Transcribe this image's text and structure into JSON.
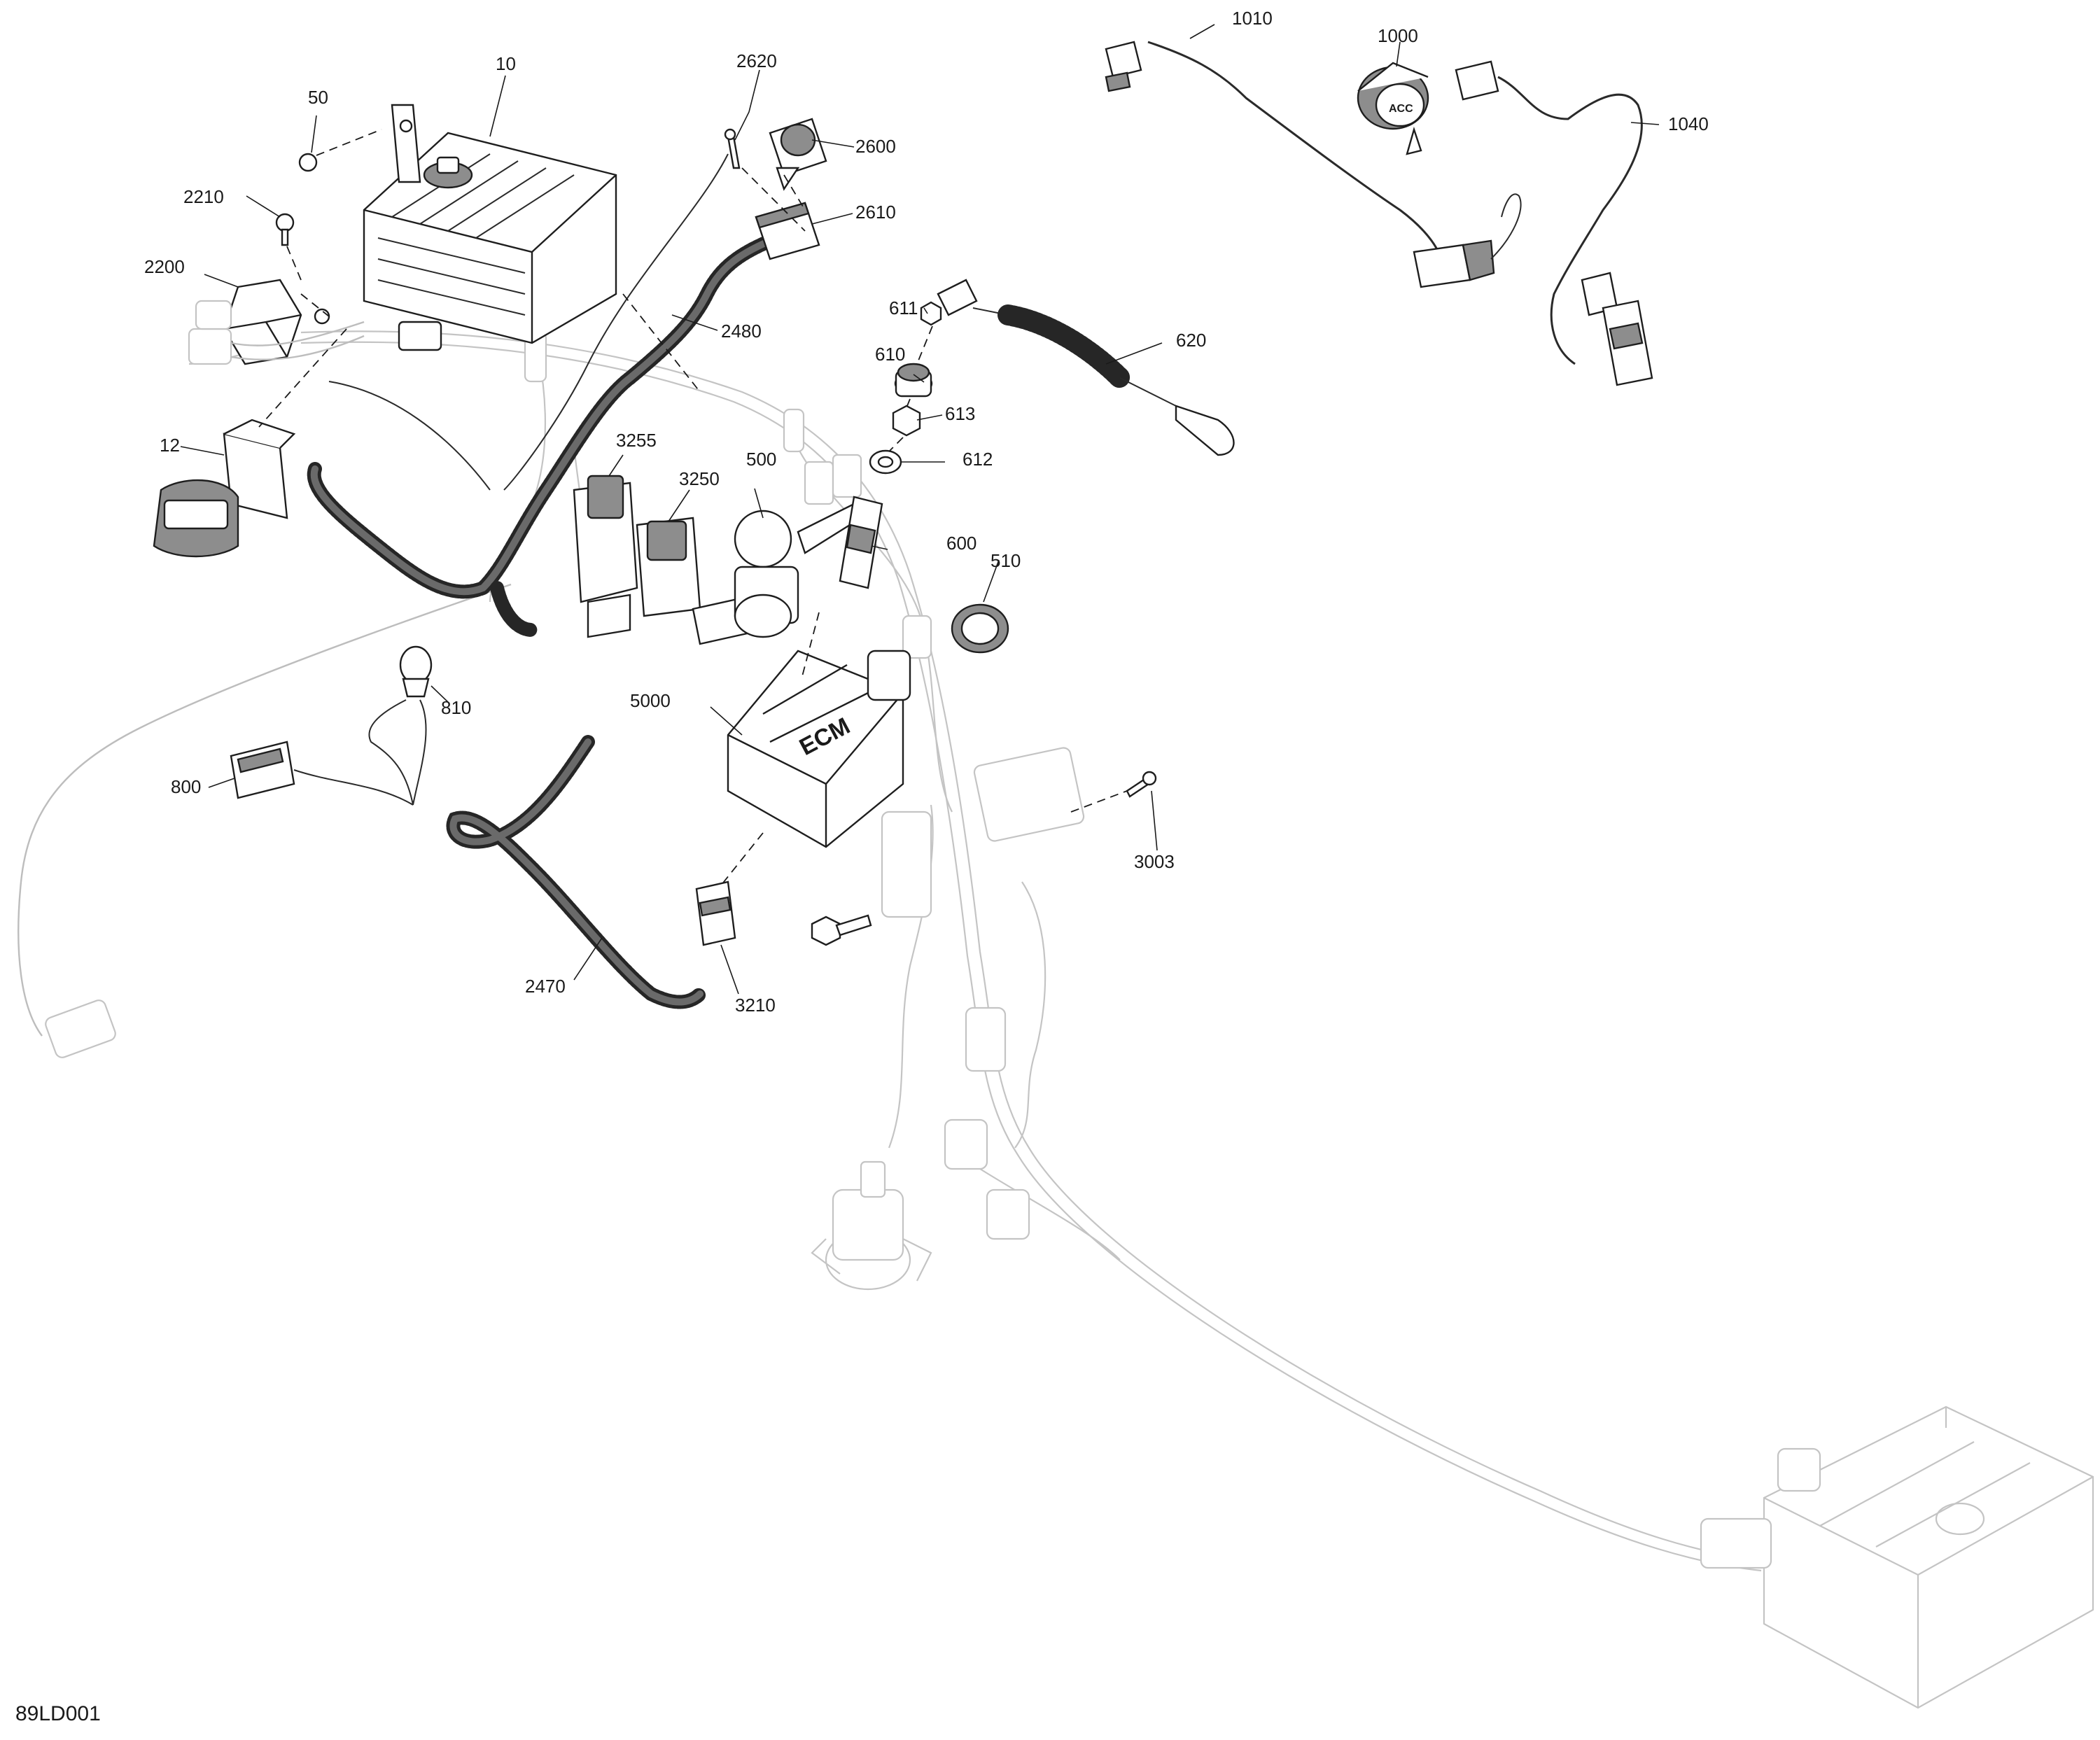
{
  "drawing_id": "89LD001",
  "callouts": {
    "c10": "10",
    "c12": "12",
    "c50": "50",
    "c500": "500",
    "c510": "510",
    "c600": "600",
    "c610": "610",
    "c611": "611",
    "c612": "612",
    "c613": "613",
    "c620": "620",
    "c800": "800",
    "c810": "810",
    "c1000": "1000",
    "c1010": "1010",
    "c1040": "1040",
    "c2200": "2200",
    "c2210": "2210",
    "c2470": "2470",
    "c2480": "2480",
    "c2600": "2600",
    "c2610": "2610",
    "c2620": "2620",
    "c3003": "3003",
    "c3210": "3210",
    "c3250": "3250",
    "c3255": "3255",
    "c5000": "5000"
  },
  "part_marks": {
    "ecm_label": "ECM",
    "socket_label": "ACC"
  }
}
